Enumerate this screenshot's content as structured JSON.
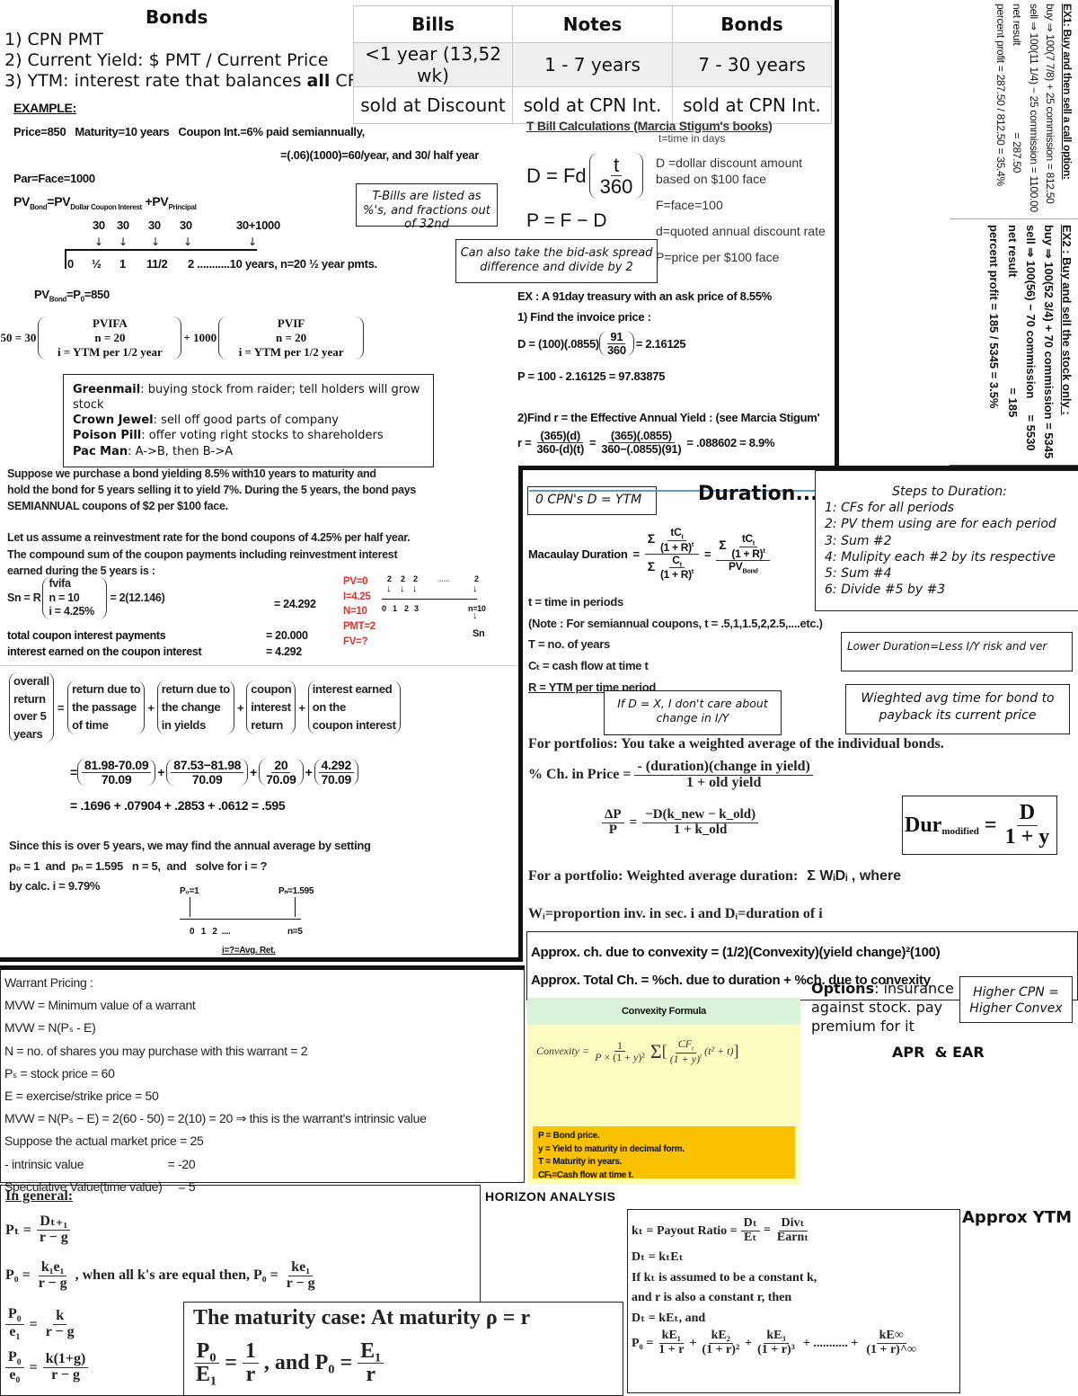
{
  "bonds_intro": {
    "title": "Bonds",
    "items": [
      "1) CPN PMT",
      "2) Current Yield: $ PMT / Current Price",
      "3) YTM: interest rate that balances ",
      "all",
      " CFs"
    ]
  },
  "maturity_table": {
    "headers": [
      "Bills",
      "Notes",
      "Bonds"
    ],
    "rows": [
      [
        "<1 year (13,52 wk)",
        "1 - 7 years",
        "7 - 30 years"
      ],
      [
        "sold at Discount",
        "sold at CPN Int.",
        "sold at CPN Int."
      ]
    ]
  },
  "example": {
    "heading": "EXAMPLE:",
    "line1": "Price=850   Maturity=10 years   Coupon Int.=6% paid semiannually,",
    "line2": "=(.06)(1000)=60/year, and 30/ half year",
    "par": "Par=Face=1000",
    "pv_formula": "PV Bond=PV Dollar Coupon Interest + PV Principal",
    "payments": [
      "30",
      "30",
      "30",
      "30",
      "30+1000"
    ],
    "timeline": [
      "0",
      "½",
      "1",
      "11/2",
      "2 ...........10 years, n=20 ½ year pmts."
    ],
    "pv_bond": "PVBond=P0=850",
    "eq_lhs": "850 = 30",
    "pvifa": [
      "PVIFA",
      "n = 20",
      "i = YTM per 1/2 year"
    ],
    "plus": "+ 1000",
    "pvif": [
      "PVIF",
      "n = 20",
      "i = YTM per 1/2 year"
    ]
  },
  "notes": {
    "tbills_note": "T-Bills are listed as %'s, and fractions out of 32nd",
    "bidask_note": "Can also take the bid-ask spread difference and divide by 2"
  },
  "takeover_terms": [
    {
      "term": "Greenmail",
      "desc": ": buying stock from raider; tell holders will grow stock"
    },
    {
      "term": "Crown Jewel",
      "desc": ": sell off good parts of company"
    },
    {
      "term": "Poison Pill",
      "desc": ": offer voting right stocks to shareholders"
    },
    {
      "term": "Pac Man",
      "desc": ": A->B, then B->A"
    }
  ],
  "tbill": {
    "title": "T Bill Calculations (Marcia Stigum's books)",
    "t_def": "t=time in days",
    "formula_D": "D = Fd",
    "frac_t": "t",
    "frac_360": "360",
    "formula_P": "P = F − D",
    "defs": [
      "D =dollar discount amount",
      "based on $100 face",
      "F=face=100",
      "d=quoted annual discount rate",
      "P=price per $100 face"
    ],
    "ex_title": "EX : A 91day treasury with an ask price of 8.55%",
    "step1": "1) Find the invoice price :",
    "calc_D": "D = (100)(.0855)",
    "calc_D_frac": [
      "91",
      "360"
    ],
    "calc_D_result": "= 2.16125",
    "calc_P": "P = 100 - 2.16125 = 97.83875",
    "step2": "2)Find r = the Effective Annual Yield :  (see Marcia Stigum'",
    "r_lhs": "r =",
    "r_frac1": [
      "(365)(d)",
      "360-(d)(t)"
    ],
    "r_frac2": [
      "(365)(.0855)",
      "360−(.0855)(91)"
    ],
    "r_result": "= .088602 = 8.9%"
  },
  "ex1": {
    "title": "EX1: Buy and then sell a call option:",
    "buy": "buy ⇒ 100(7 7/8) + 25 commission = 812.50",
    "sell": "sell ⇒ 100(11 1/4) − 25 commission = 1100.00",
    "net": "net result                                = 287.50",
    "pct": "percent profit = 287.50 / 812.50 = 35.4%"
  },
  "ex2": {
    "title": "EX2 : Buy and sell the stock only :",
    "buy": "buy ⇒ 100(52 3/4) + 70 commission = 5345",
    "sell": "sell ⇒ 100(56) − 70 commission     = 5530",
    "net": "net result                                  = 185",
    "pct": "percent profit = 185 / 5345 = 3.5%"
  },
  "horizon": {
    "p1": "Suppose we purchase a bond yielding 8.5% with10 years to maturity and",
    "p2": "hold the bond for 5 years selling it to yield 7%. During the 5 years, the bond pays",
    "p3": "SEMIANNUAL coupons of $2 per $100 face.",
    "p4": "Let us assume a reinvestment rate for the bond coupons of 4.25% per half year.",
    "p5": "The compound sum of the coupon payments including reinvestment interest",
    "p6": "earned during the 5 years is :",
    "sn_lhs": "Sn = R",
    "fvifa": [
      "fvifa",
      "n = 10",
      "i = 4.25%"
    ],
    "sn_mid": "= 2(12.146)",
    "sn_val": "= 24.292",
    "total_label": "total coupon interest payments",
    "total_val": "= 20.000",
    "earned_label": "interest earned on the coupon interest",
    "earned_val": "= 4.292",
    "calc_inputs": [
      "PV=0",
      "I=4.25",
      "N=10",
      "PMT=2",
      "FV=?"
    ],
    "tl_pmts": [
      "2",
      "2",
      "2",
      "......",
      "2"
    ],
    "tl_ticks": [
      "0",
      "1",
      "2",
      "3",
      "n=10"
    ],
    "tl_sn": "Sn",
    "decomp_lhs": [
      "overall",
      "return",
      "over 5",
      "years"
    ],
    "decomp_terms": [
      [
        "return due to",
        "the passage",
        "of time"
      ],
      [
        "return due to",
        "the change",
        "in yields"
      ],
      [
        "coupon",
        "interest",
        "return"
      ],
      [
        "interest earned",
        "on the",
        "coupon interest"
      ]
    ],
    "fracs": [
      [
        "81.98-70.09",
        "70.09"
      ],
      [
        "87.53−81.98",
        "70.09"
      ],
      [
        "20",
        "70.09"
      ],
      [
        "4.292",
        "70.09"
      ]
    ],
    "sum_line": "= .1696 + .07904 + .2853 + .0612 = .595",
    "avg1": "Since this is over 5 years, we may find the annual average by setting",
    "avg2": "p₀ = 1  and  pₙ = 1.595   n = 5,  and   solve for i = ?",
    "avg3": "by calc. i = 9.79%",
    "tl2_start": "P₀=1",
    "tl2_end": "Pₙ=1.595",
    "tl2_ticks": "0   1   2  ....",
    "tl2_n": "n=5",
    "tl2_caption": "i=?=Avg. Ret."
  },
  "duration": {
    "title": "Duration...",
    "zero_cpn": "0 CPN's D = YTM",
    "macaulay_label": "Macaulay Duration",
    "defs": [
      "t  =  time in periods",
      "(Note :  For semiannual coupons, t  =  .5,1,1.5,2,2.5,....etc.)",
      "T  =  no. of years",
      "Cₜ  =  cash flow at time t",
      "R  =  YTM per time period"
    ],
    "if_d_note": "If D = X, I don't care about change in I/Y",
    "steps_title": "Steps to Duration:",
    "steps": [
      "1: CFs for all periods",
      "2: PV them using are for each period",
      "3: Sum #2",
      "4: Mulipity each #2 by its respective",
      "5: Sum #4",
      "6: Divide  #5 by #3"
    ],
    "lower_note": "Lower Duration=Less I/Y risk and ver",
    "weighted_note": "Wieghted avg time for bond to payback its current price",
    "portfolios": "For portfolios: You take a weighted average of the individual bonds.",
    "pct_ch_label": "% Ch. in Price =",
    "pct_ch_num": "- (duration)(change in yield)",
    "pct_ch_den": "1 +  old yield",
    "dp_num": "ΔP",
    "dp_den": "P",
    "dp_rnum": "−D(k_new − k_old)",
    "dp_rden": "1 + k_old",
    "dur_mod_label": "Dur",
    "dur_mod_sub": "modified",
    "dur_mod_num": "D",
    "dur_mod_den": "1 + y",
    "portfolio_wad": "For a portfolio: Weighted average duration:",
    "wad_sum": "Σ WᵢDᵢ , where",
    "wi_def": "Wᵢ=proportion inv. in sec. i and Dᵢ=duration of i",
    "convex_approx": "Approx. ch. due to convexity  =  (1/2)(Convexity)(yield change)²(100)",
    "total_approx": "Approx. Total Ch.  =  %ch. due to duration  +  %ch. due to convexity"
  },
  "convexity": {
    "title": "Convexity Formula",
    "formula": "Convexity = 1 / (P × (1 + y)²) Σ[t=1..T] [ CFₜ / (1 + y)ᵗ (t² + t) ]",
    "defs": [
      "P = Bond price.",
      "y = Yield to maturity in decimal form.",
      "T = Maturity in years.",
      "CFₜ=Cash flow at time t."
    ],
    "header_color": "#d9f2d9",
    "body_color": "#fdfcc0",
    "defs_color": "#f9c100"
  },
  "options": {
    "term": "Options",
    "desc": ": insurance against stock. pay premium for it",
    "higher_cpn": "Higher CPN = Higher Convex",
    "apr_ear": "APR  & EAR"
  },
  "warrant": {
    "lines": [
      "Warrant Pricing :",
      "MVW = Minimum value of a warrant",
      "MVW = N(Pₛ - E)",
      "N = no. of shares you may purchase with this warrant = 2",
      "Pₛ = stock price = 60",
      "E = exercise/strike price = 50",
      "MVW = N(Pₛ − E) = 2(60 - 50) = 2(10) = 20 ⇒ this is the warrant's intrinsic value",
      "Suppose the actual market price = 25",
      "- intrinsic value                          = -20",
      "Speculative Value(time value)     = 5"
    ]
  },
  "general": {
    "title": "In general:",
    "f1": [
      "Pₜ =",
      "Dₜ₊₁",
      "r − g"
    ],
    "f2": [
      "P₀ =",
      "k₁e₁",
      "r − g",
      ", when all k's are equal then, P₀ =",
      "ke₁",
      "r − g"
    ],
    "f3": [
      "P₀/e₁",
      "=",
      "k",
      "r − g"
    ],
    "f4": [
      "P₀/e₀",
      "=",
      "k(1+g)",
      "r − g"
    ]
  },
  "maturity_case": {
    "title": "The maturity case: At maturity ρ = r",
    "f_num1": "P₀",
    "f_den1": "E₁",
    "f_num2": "1",
    "f_den2": "r",
    "mid": ", and P₀ =",
    "f_num3": "E₁",
    "f_den3": "r"
  },
  "horizon_label": "HORIZON ANALYSIS",
  "payout": {
    "line1_lhs": "kₜ = Payout Ratio =",
    "line1_f1": [
      "Dₜ",
      "Eₜ"
    ],
    "line1_f2": [
      "Divₜ",
      "Earnₜ"
    ],
    "line2": "Dₜ = kₜEₜ",
    "line3": "If kₜ  is assumed to be a constant k,",
    "line4": "and r is also a constant r, then",
    "line5": "Dₜ = kEₜ,  and",
    "line6_lhs": "P₀ =",
    "line6_terms": [
      [
        "kE₁",
        "1 + r"
      ],
      [
        "kE₂",
        "(1 + r)²"
      ],
      [
        "kE₃",
        "(1 + r)³"
      ],
      [
        "kE∞",
        "(1 + r)^∞"
      ]
    ],
    "dots": "+ ........... +"
  },
  "approx_ytm": "Approx YTM"
}
